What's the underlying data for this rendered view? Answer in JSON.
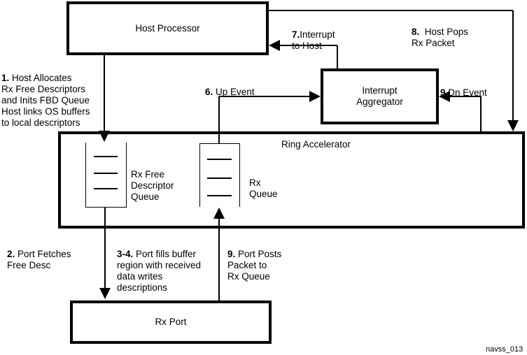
{
  "diagram": {
    "boxes": {
      "host_processor": "Host Processor",
      "interrupt_aggregator": "Interrupt\nAggregator",
      "ring_accelerator": "Ring Accelerator",
      "rx_port": "Rx Port"
    },
    "queues": {
      "rx_free_descriptor_queue": "Rx Free\nDescriptor\nQueue",
      "rx_queue": "Rx\nQueue"
    },
    "steps": {
      "step1": {
        "num": "1.",
        "text": " Host Allocates\nRx Free Descriptors\nand Inits FBD Queue\nHost links OS buffers\nto local descriptors"
      },
      "step2": {
        "num": "2.",
        "text": " Port Fetches\nFree Desc"
      },
      "step3_4": {
        "num": "3-4.",
        "text": " Port fills buffer\nregion with received\ndata writes\ndescriptions"
      },
      "step6": {
        "num": "6.",
        "text": " Up Event"
      },
      "step7": {
        "num": "7.",
        "text": "Interrupt\nto Host"
      },
      "step8": {
        "num": "8.",
        "text": "  Host Pops\nRx Packet"
      },
      "step9_dn": {
        "num": "9.",
        "text": "Dn Event"
      },
      "step9_post": {
        "num": "9.",
        "text": " Port Posts\nPacket to\nRx Queue"
      }
    },
    "watermark": "navss_013",
    "colors": {
      "line": "#000000",
      "background": "#ffffff"
    }
  }
}
